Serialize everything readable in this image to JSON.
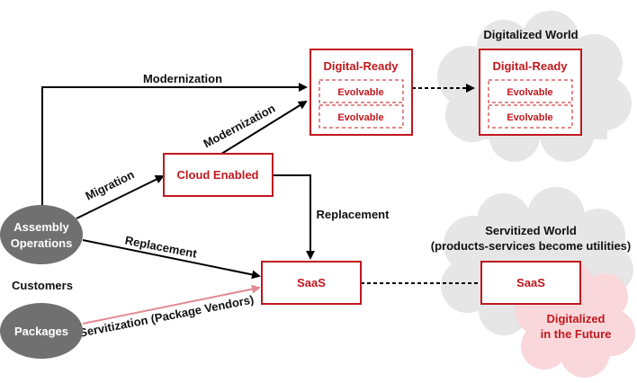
{
  "nodes": {
    "assembly_line1": "Assembly",
    "assembly_line2": "Operations",
    "packages": "Packages",
    "customers": "Customers",
    "cloud_enabled": "Cloud Enabled",
    "saas_left": "SaaS",
    "digital_ready_left": "Digital-Ready",
    "digital_ready_right": "Digital-Ready",
    "saas_right": "SaaS",
    "evolvable_left_1": "Evolvable",
    "evolvable_left_2": "Evolvable",
    "evolvable_right_1": "Evolvable",
    "evolvable_right_2": "Evolvable"
  },
  "clouds": {
    "digitalized_world": "Digitalized World",
    "servitized_line1": "Servitized World",
    "servitized_line2": "(products-services become utilities)",
    "future_line1": "Digitalized",
    "future_line2": "in the Future"
  },
  "edges": {
    "modernization_top": "Modernization",
    "modernization_diag": "Modernization",
    "migration": "Migration",
    "replacement_vertical": "Replacement",
    "replacement_diag": "Replacement",
    "servitization": "Servitization (Package Vendors)"
  },
  "colors": {
    "red": "#c0181e",
    "pink_arrow": "#e08a93",
    "grey_node": "#707070",
    "grey_cloud": "#e6e6e6",
    "pink_cloud": "#f9d7da"
  }
}
